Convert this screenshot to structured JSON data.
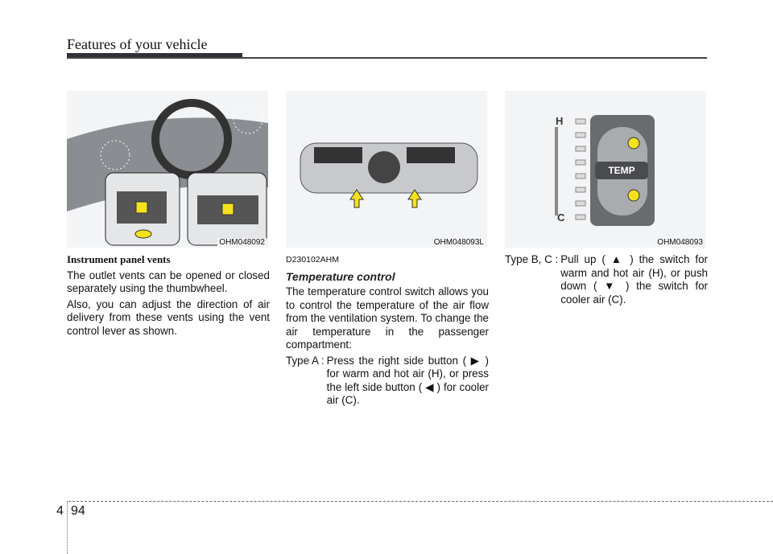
{
  "header": {
    "title": "Features of your vehicle"
  },
  "figures": [
    {
      "caption": "OHM048092"
    },
    {
      "caption": "OHM048093L"
    },
    {
      "caption": "OHM048093",
      "switch_label": "TEMP",
      "hot_label": "H",
      "cold_label": "C"
    }
  ],
  "col1": {
    "heading": "Instrument panel vents",
    "p1": "The outlet vents can be opened or closed separately using the thumbwheel.",
    "p2": "Also, you can adjust the direction of air delivery from these vents using the vent control lever as shown."
  },
  "col2": {
    "code": "D230102AHM",
    "heading": "Temperature control",
    "p1": "The temperature control switch allows you to control the temperature of the air flow from the ventilation system. To change the air temperature in the passenger compartment:",
    "type_label": "Type A :",
    "type_text": "Press the right side button ( ▶ ) for warm and hot air (H), or press the left side button ( ◀ ) for cooler air (C)."
  },
  "col3": {
    "type_label": "Type B, C :",
    "type_text": "Pull up ( ▲ ) the switch for warm and hot air (H), or push down ( ▼ ) the switch for cooler air (C)."
  },
  "footer": {
    "chapter": "4",
    "page": "94"
  }
}
